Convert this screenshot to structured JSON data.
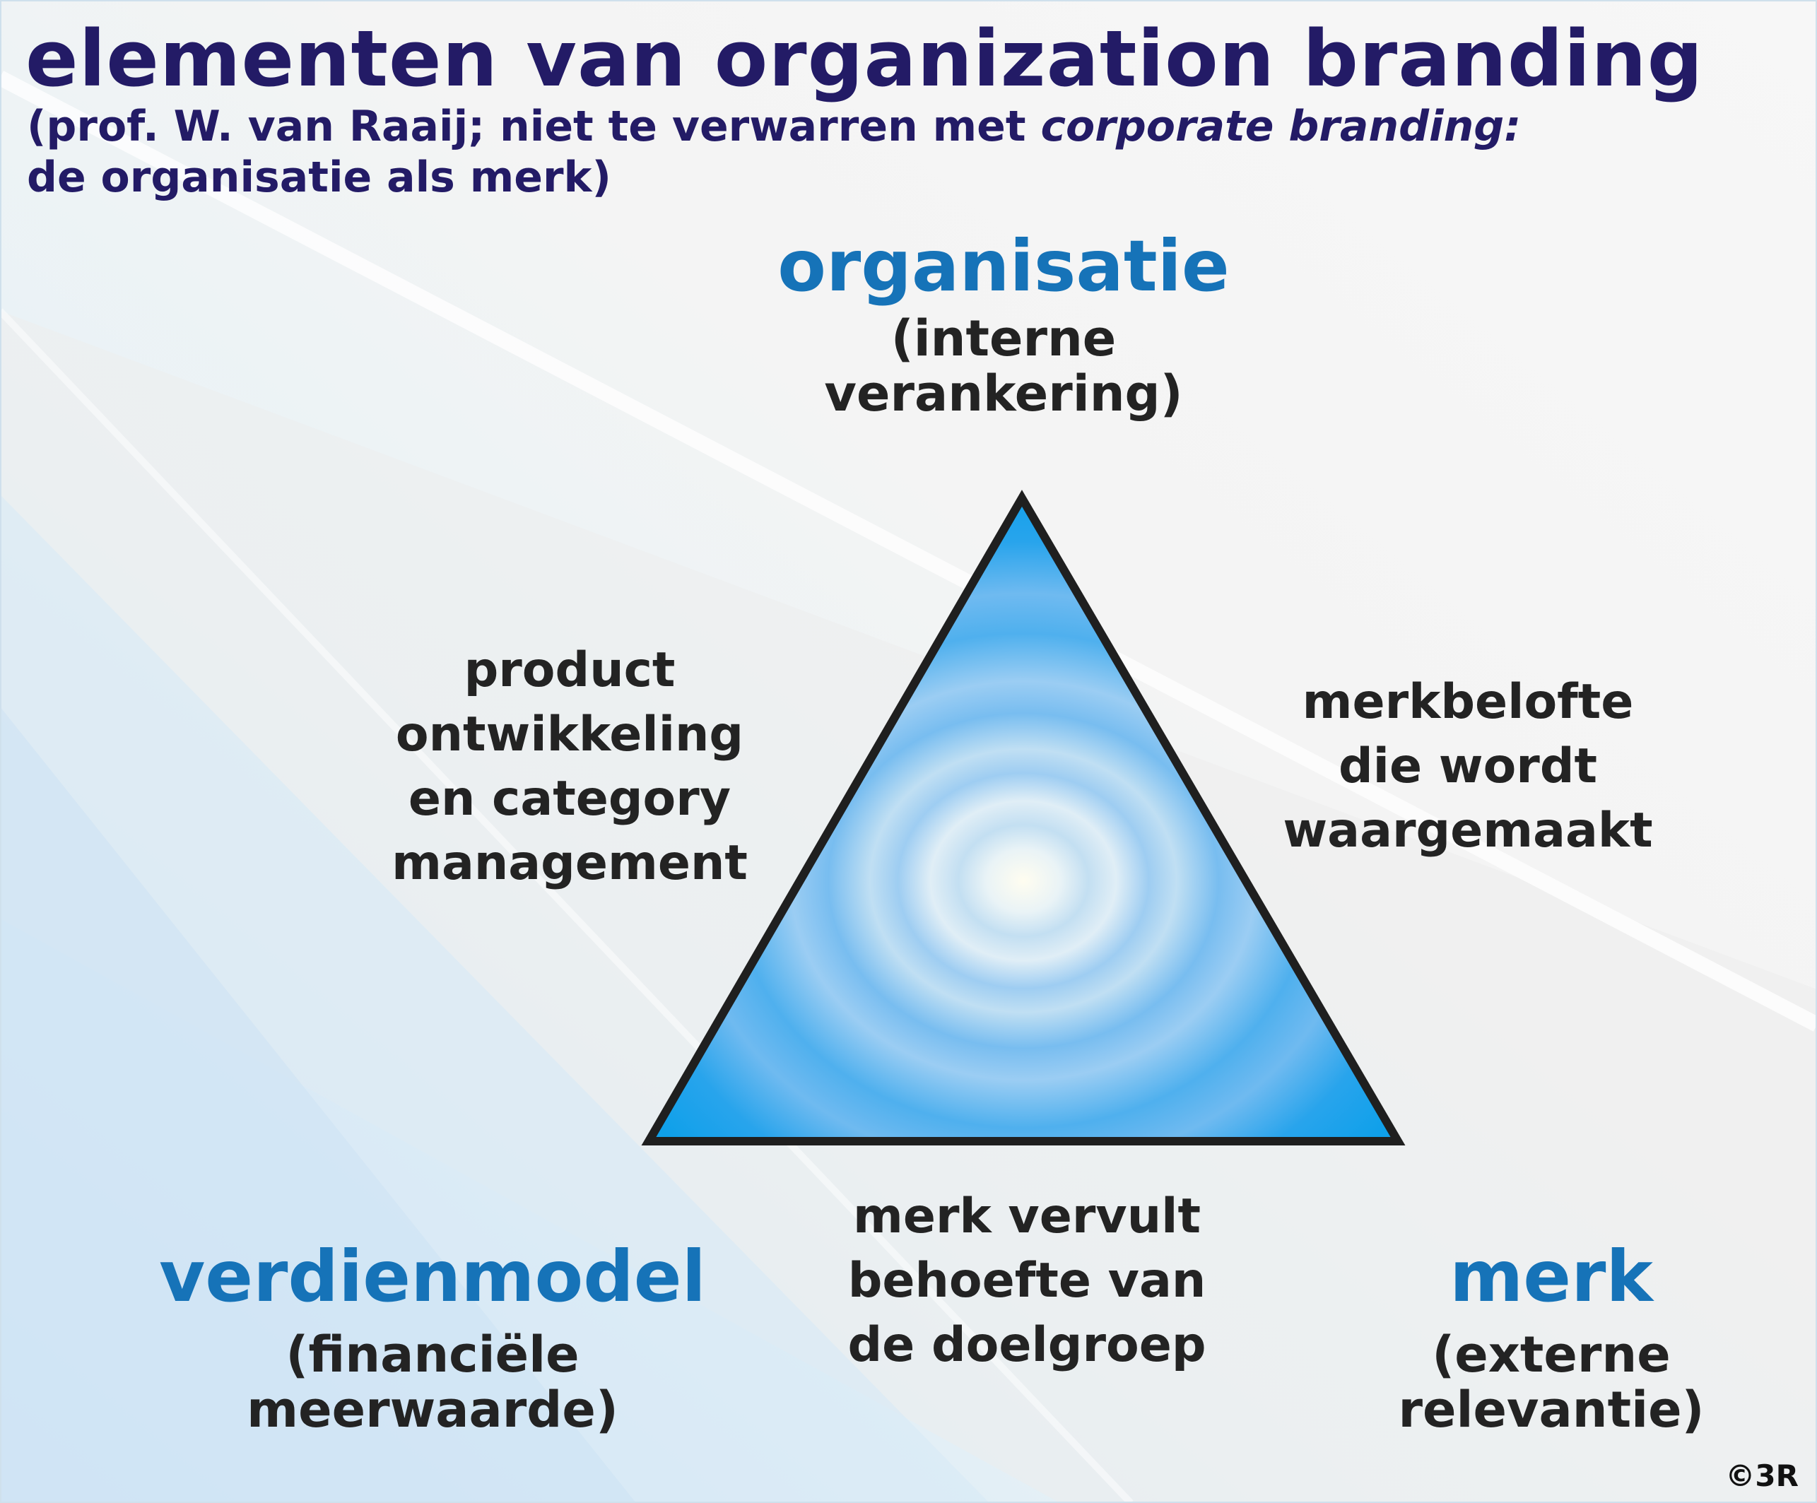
{
  "header": {
    "title": "elementen van organization branding",
    "subtitle_line1_a": "(prof. W. van Raaij; niet te verwarren met ",
    "subtitle_line1_b": "corporate branding:",
    "subtitle_line2": "de organisatie als merk)"
  },
  "vertices": {
    "top": {
      "title": "organisatie",
      "sub_lines": [
        "(interne",
        "verankering)"
      ]
    },
    "bottom_left": {
      "title": "verdienmodel",
      "sub_lines": [
        "(financiële",
        "meerwaarde)"
      ]
    },
    "bottom_right": {
      "title": "merk",
      "sub_lines": [
        "(externe",
        "relevantie)"
      ]
    }
  },
  "edges": {
    "left": {
      "lines": [
        "product",
        "ontwikkeling",
        "en category",
        "management"
      ]
    },
    "right": {
      "lines": [
        "merkbelofte",
        "die wordt",
        "waargemaakt"
      ]
    },
    "bottom": {
      "lines": [
        "merk vervult",
        "behoefte van",
        "de doelgroep"
      ]
    }
  },
  "footer": {
    "copyright": "©3R"
  },
  "colors": {
    "title": "#231b66",
    "vertex_title": "#1673b8",
    "body_text": "#232323",
    "triangle_edge": "#1f1f1f",
    "triangle_outer": "#12a3ea",
    "triangle_center": "#fffdf0"
  },
  "icons": {
    "diagram_shape": "triangle"
  }
}
